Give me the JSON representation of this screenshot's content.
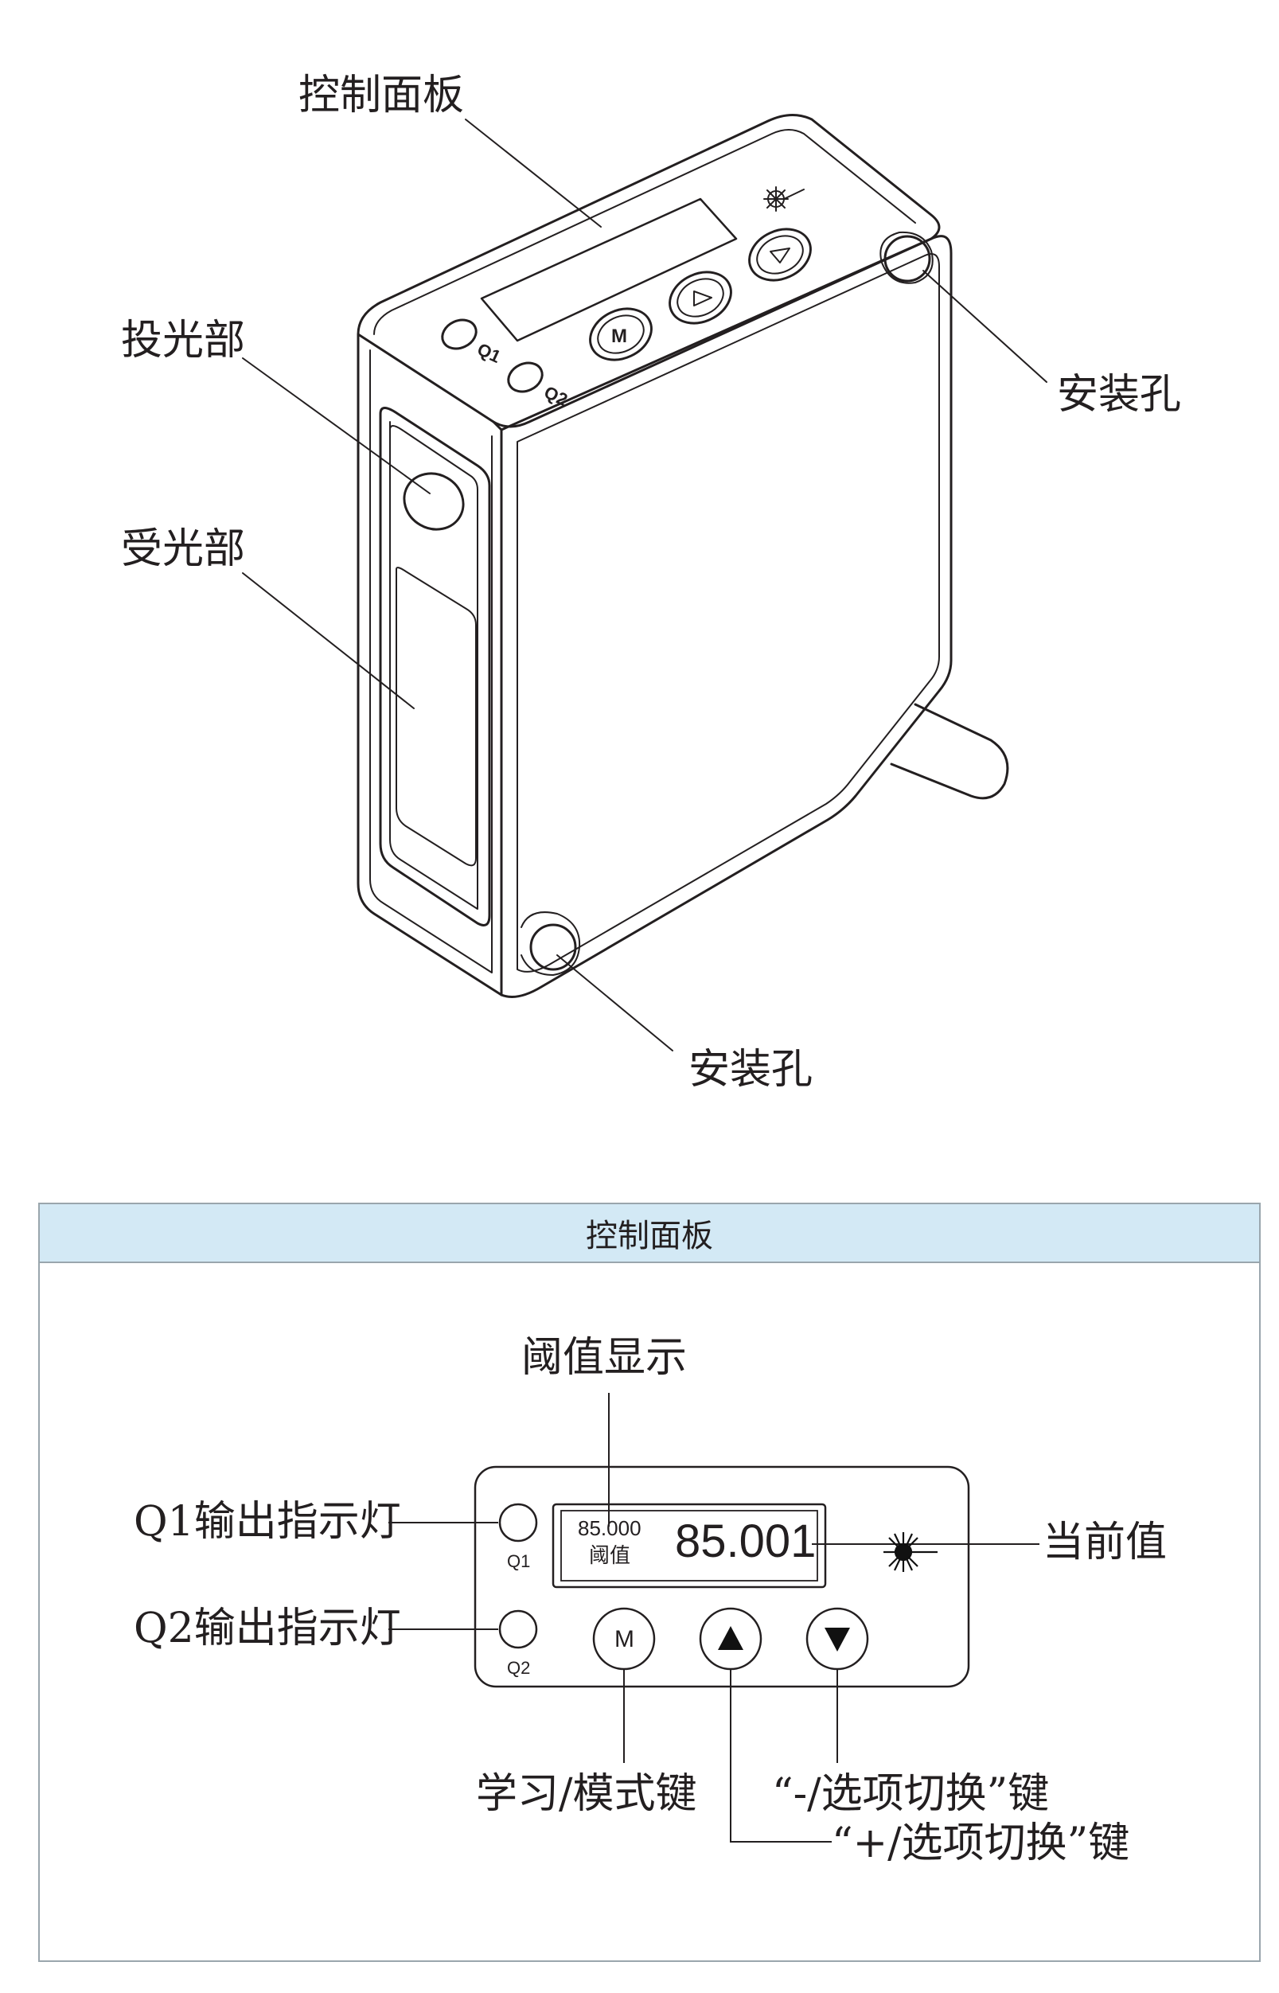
{
  "device": {
    "labels": {
      "control_panel": "控制面板",
      "emitter": "投光部",
      "receiver": "受光部",
      "mount_hole_top": "安装孔",
      "mount_hole_bottom": "安装孔"
    },
    "indicators": {
      "q1": "Q1",
      "q2": "Q2"
    },
    "buttons": {
      "mode": "M"
    }
  },
  "panel": {
    "title": "控制面板",
    "display": {
      "threshold_value": "85.000",
      "threshold_caption": "阈值",
      "current_value": "85.001"
    },
    "indicators": {
      "q1": "Q1",
      "q2": "Q2"
    },
    "buttons": {
      "mode": "M"
    },
    "callouts": {
      "threshold_display": "阈值显示",
      "q1_output": "Q1输出指示灯",
      "q2_output": "Q2输出指示灯",
      "current_value": "当前值",
      "learn_mode_key": "学习/模式键",
      "minus_key": "“-/选项切换”键",
      "plus_key": "“+/选项切换”键"
    }
  }
}
